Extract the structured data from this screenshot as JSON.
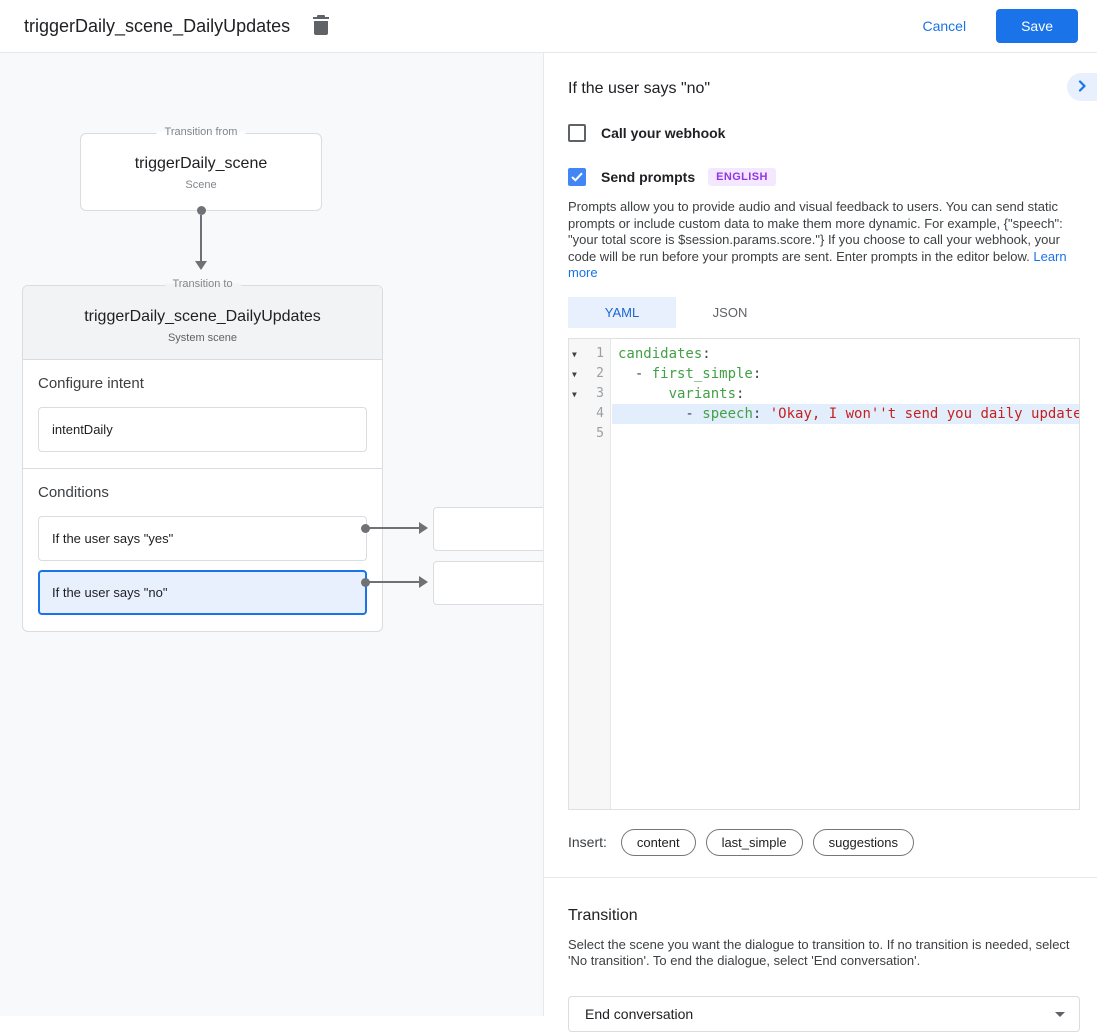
{
  "header": {
    "title": "triggerDaily_scene_DailyUpdates",
    "cancel_label": "Cancel",
    "save_label": "Save"
  },
  "canvas": {
    "from_box": {
      "legend": "Transition from",
      "title": "triggerDaily_scene",
      "subtitle": "Scene"
    },
    "to_box": {
      "legend": "Transition to",
      "title": "triggerDaily_scene_DailyUpdates",
      "subtitle": "System scene",
      "configure_intent_label": "Configure intent",
      "intent_value": "intentDaily",
      "conditions_label": "Conditions",
      "conditions": [
        {
          "label": "If the user says \"yes\"",
          "selected": false
        },
        {
          "label": "If the user says \"no\"",
          "selected": true
        }
      ]
    }
  },
  "panel": {
    "title": "If the user says \"no\"",
    "webhook": {
      "label": "Call your webhook",
      "checked": false
    },
    "send_prompts": {
      "label": "Send prompts",
      "badge": "ENGLISH",
      "checked": true
    },
    "description": "Prompts allow you to provide audio and visual feedback to users. You can send static prompts or include custom data to make them more dynamic. For example, {\"speech\": \"your total score is $session.params.score.\"} If you choose to call your webhook, your code will be run before your prompts are sent. Enter prompts in the editor below. ",
    "learn_more_label": "Learn more",
    "tabs": [
      {
        "label": "YAML",
        "active": true
      },
      {
        "label": "JSON",
        "active": false
      }
    ],
    "editor": {
      "lines": [
        {
          "n": "1",
          "fold": true,
          "hl": false,
          "tokens": [
            {
              "t": "candidates",
              "c": "k"
            },
            {
              "t": ":",
              "c": "p"
            }
          ]
        },
        {
          "n": "2",
          "fold": true,
          "hl": false,
          "tokens": [
            {
              "t": "  - ",
              "c": "p"
            },
            {
              "t": "first_simple",
              "c": "k"
            },
            {
              "t": ":",
              "c": "p"
            }
          ]
        },
        {
          "n": "3",
          "fold": true,
          "hl": false,
          "tokens": [
            {
              "t": "      ",
              "c": "p"
            },
            {
              "t": "variants",
              "c": "k"
            },
            {
              "t": ":",
              "c": "p"
            }
          ]
        },
        {
          "n": "4",
          "fold": false,
          "hl": true,
          "tokens": [
            {
              "t": "        - ",
              "c": "p"
            },
            {
              "t": "speech",
              "c": "k"
            },
            {
              "t": ": ",
              "c": "p"
            },
            {
              "t": "'Okay, I won''t send you daily update",
              "c": "s"
            }
          ]
        },
        {
          "n": "5",
          "fold": false,
          "hl": false,
          "tokens": []
        }
      ]
    },
    "insert": {
      "label": "Insert:",
      "chips": [
        "content",
        "last_simple",
        "suggestions"
      ]
    },
    "transition": {
      "title": "Transition",
      "description": "Select the scene you want the dialogue to transition to. If no transition is needed, select 'No transition'. To end the dialogue, select 'End conversation'.",
      "select_value": "End conversation"
    }
  },
  "colors": {
    "accent_blue": "#1a73e8",
    "checkbox_blue": "#4285f4",
    "selected_condition_bg": "#e8f0fe",
    "badge_bg": "#f3e8fd",
    "badge_text": "#9334e6",
    "code_key_green": "#43a047",
    "code_string_red": "#c5221f",
    "line_highlight": "#e2eefc"
  }
}
